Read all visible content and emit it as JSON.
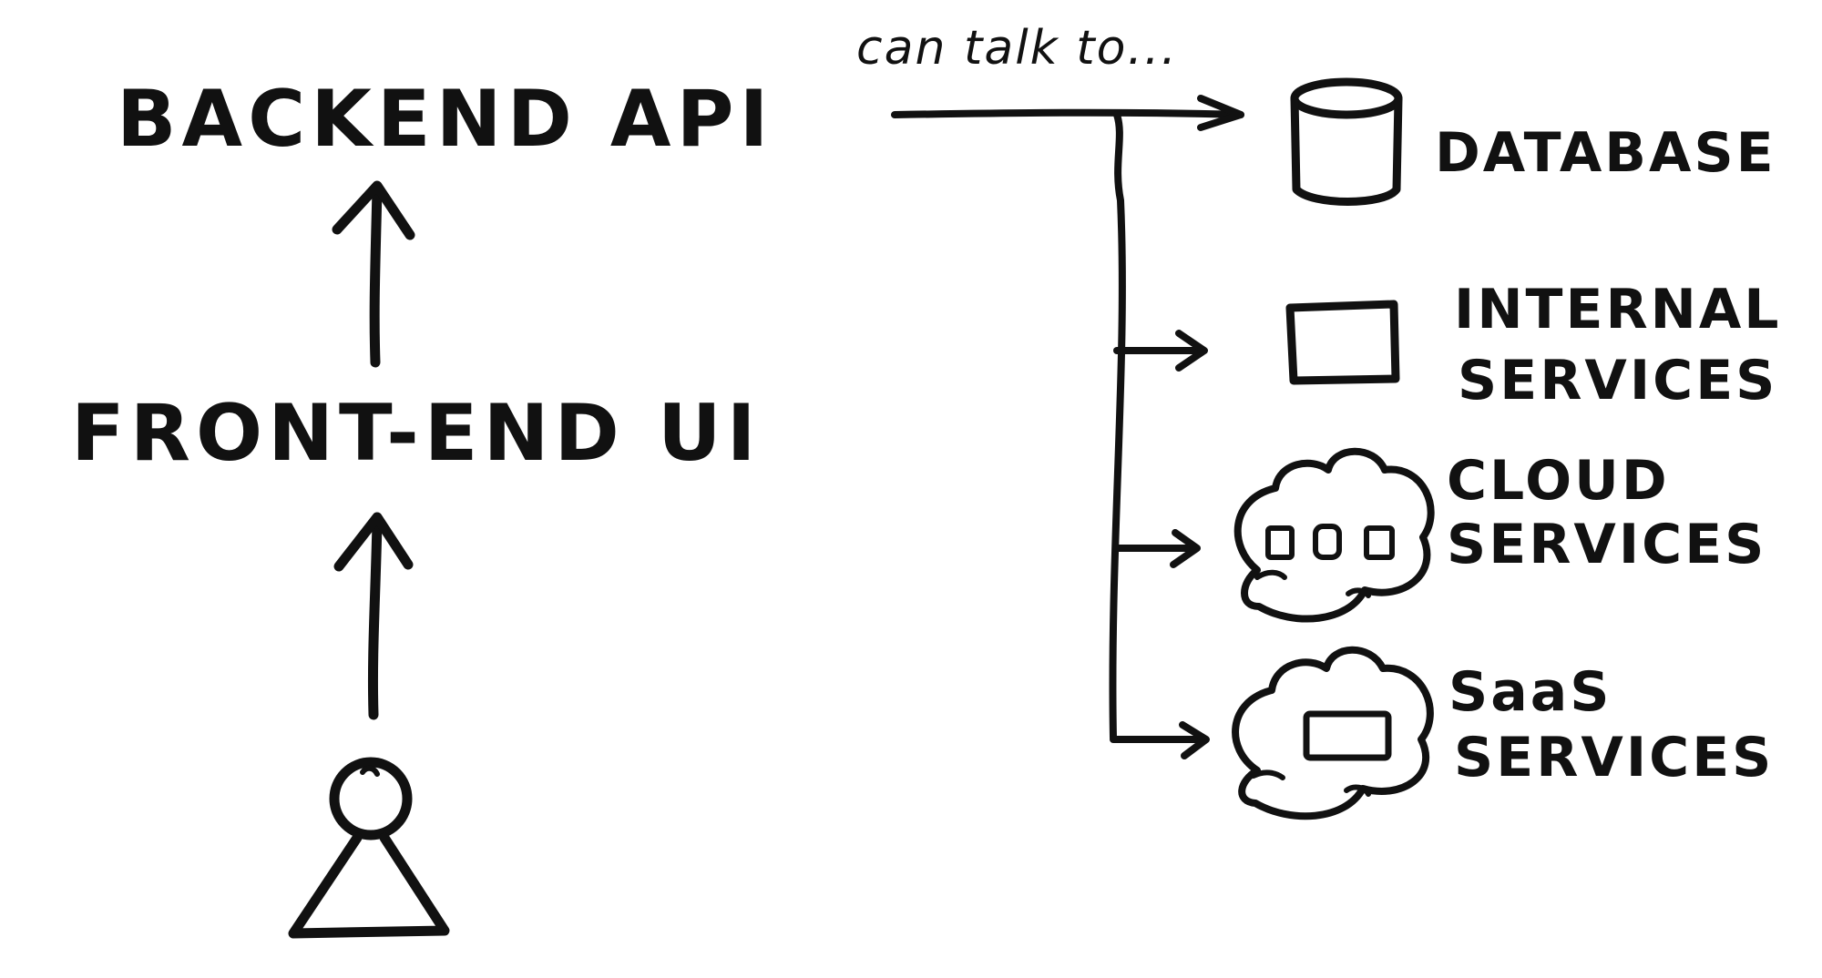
{
  "diagram": {
    "ink_color": "#111111",
    "background_color": "#ffffff",
    "left_stack": {
      "top_label": "BACKEND API",
      "middle_label": "FRONT-END UI",
      "user_icon": "person-icon"
    },
    "connector_note": "can talk to...",
    "targets": [
      {
        "label_lines": [
          "DATABASE"
        ],
        "icon": "database-cylinder-icon"
      },
      {
        "label_lines": [
          "INTERNAL",
          "SERVICES"
        ],
        "icon": "server-box-icon"
      },
      {
        "label_lines": [
          "CLOUD",
          "SERVICES"
        ],
        "icon": "cloud-icon"
      },
      {
        "label_lines": [
          "SaaS",
          "SERVICES"
        ],
        "icon": "cloud-icon"
      }
    ]
  }
}
